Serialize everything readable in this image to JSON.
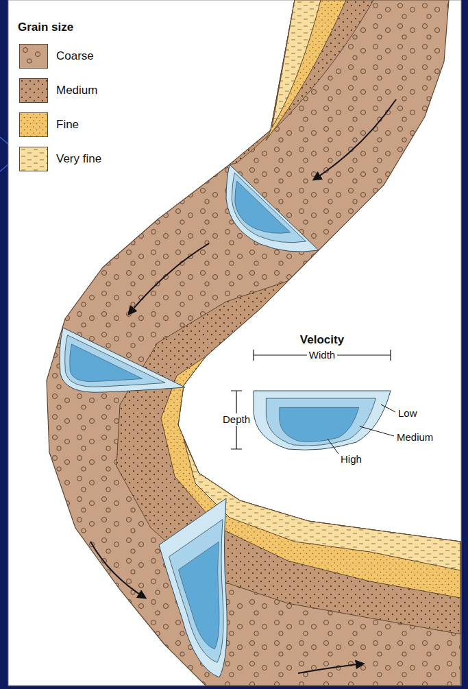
{
  "diagram": {
    "labels": [
      "Grain size",
      "Velocity",
      "Width",
      "Depth",
      "Low",
      "Medium",
      "High"
    ],
    "legend": [
      {
        "text": "Coarse",
        "color": "#c9a184"
      },
      {
        "text": "Medium",
        "color": "#c39877"
      },
      {
        "text": "Fine",
        "color": "#f3c56a"
      },
      {
        "text": "Very fine",
        "color": "#f8dfa0"
      }
    ]
  }
}
